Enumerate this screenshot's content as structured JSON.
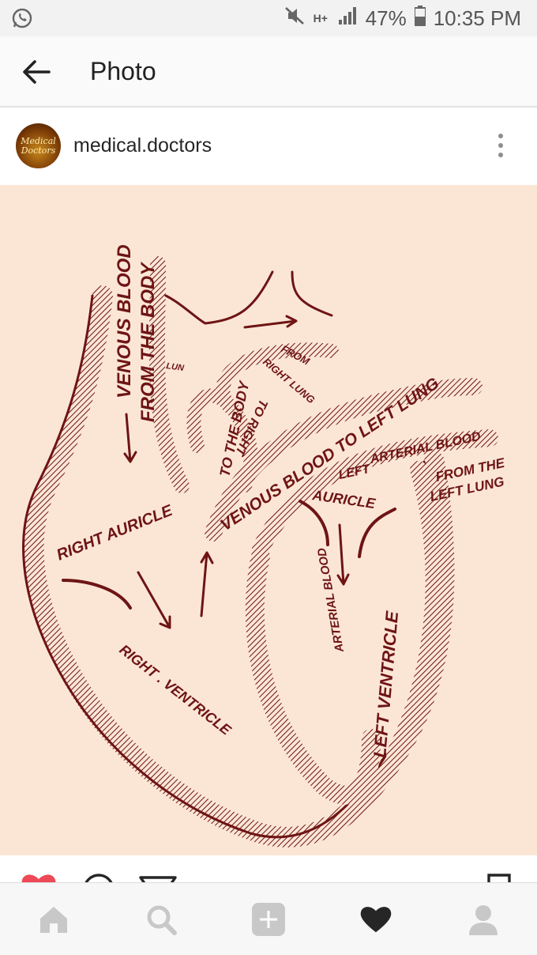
{
  "status_bar": {
    "battery": "47%",
    "time": "10:35 PM",
    "signal_label": "H+",
    "icons": [
      "whatsapp-icon",
      "mute-icon",
      "signal-icon",
      "battery-icon"
    ]
  },
  "app_bar": {
    "title": "Photo",
    "back_icon": "arrow-left-icon"
  },
  "post": {
    "username": "medical.doctors",
    "avatar_text": [
      "Medical",
      "Doctors"
    ],
    "more_icon": "vertical-dots-icon",
    "diagram_labels": {
      "venous_blood_from_body_1": "VENOUS BLOOD",
      "venous_blood_from_body_2": "FROM THE BODY",
      "to_the_body": "TO THE BODY",
      "to_right": "TO RIGHT",
      "lung_left": "LUN",
      "from_right_lung_1": "FROM",
      "from_right_lung_2": "RIGHT LUNG",
      "venous_blood_to_left_lung": "VENOUS BLOOD TO LEFT LUNG",
      "arterial_blood_top": "ARTERIAL BLOOD",
      "from_the_left_lung_1": "FROM THE",
      "from_the_left_lung_2": "LEFT LUNG",
      "left_auricle_1": "LEFT",
      "left_auricle_2": "AURICLE",
      "right_auricle": "RIGHT AURICLE",
      "arterial_blood_mid": "ARTERIAL BLOOD",
      "right_ventricle": "RIGHT . VENTRICLE",
      "left_ventricle": "LEFT VENTRICLE"
    }
  },
  "colors": {
    "ink": "#6e1414",
    "paper": "#fbe6d6",
    "heart_red": "#ed4956"
  },
  "bottom_nav": {
    "items": [
      "home-icon",
      "search-icon",
      "add-icon",
      "activity-heart-icon",
      "profile-icon"
    ]
  }
}
